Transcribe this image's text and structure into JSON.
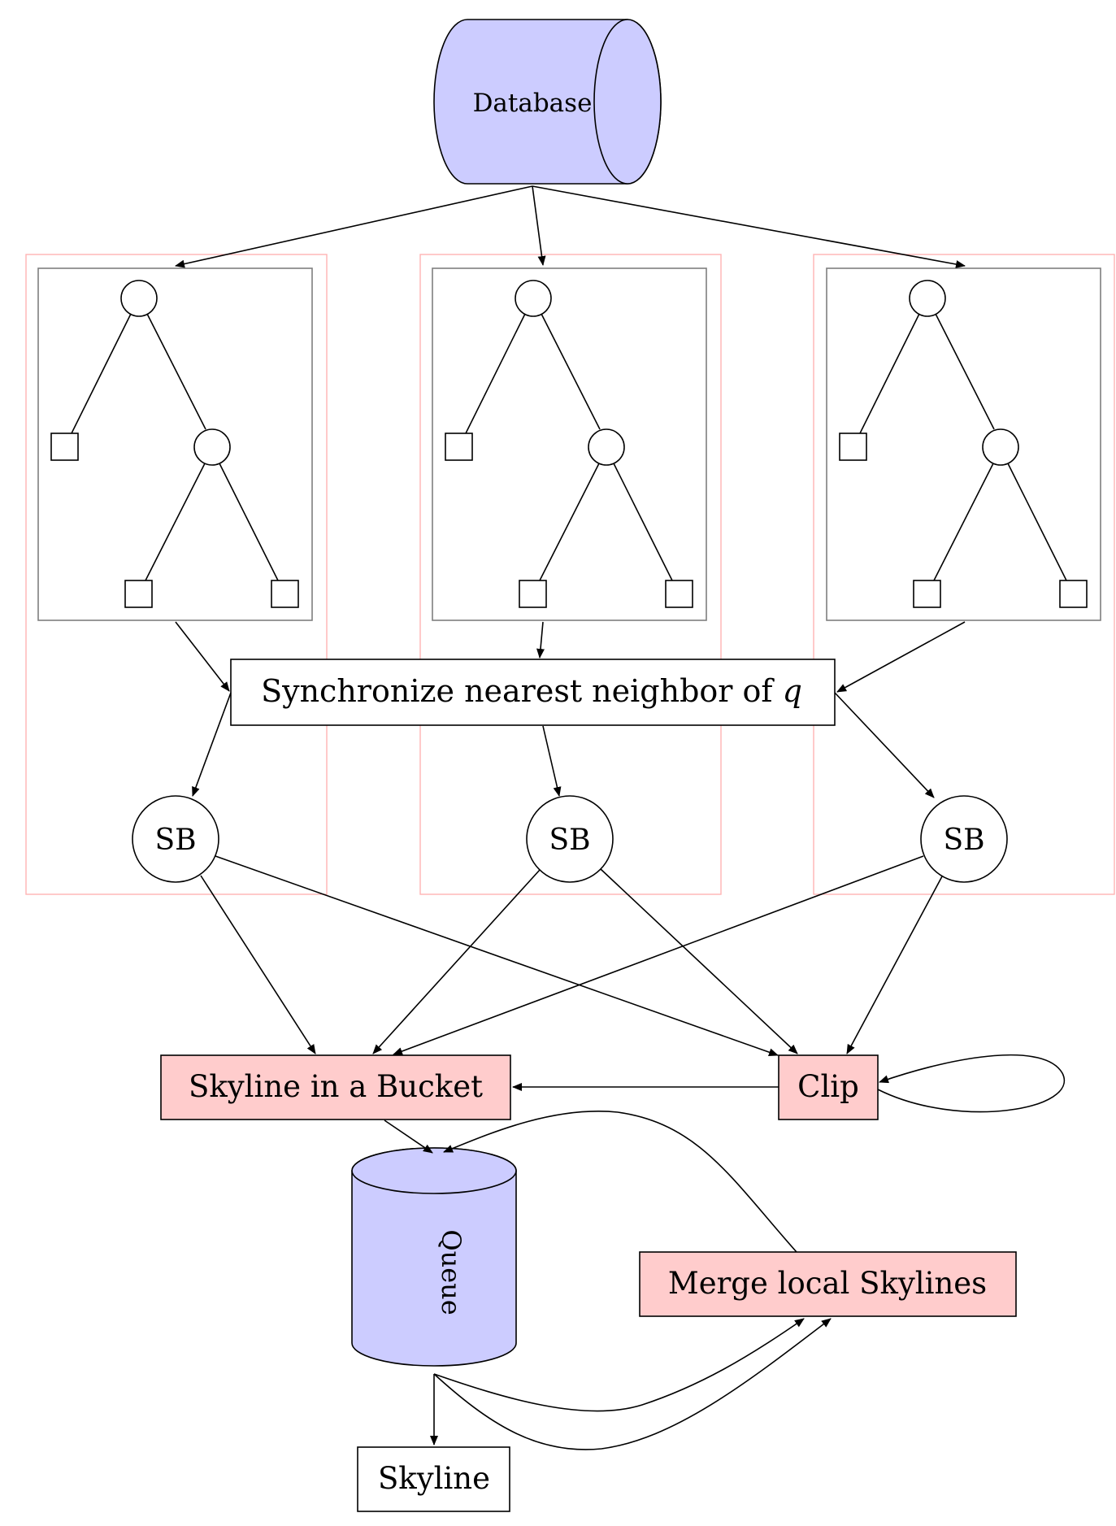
{
  "colors": {
    "storage_fill": "#ccccff",
    "process_fill": "#ffcccc",
    "partition_frame": "#ffb3b3",
    "tree_frame": "#7f7f7f",
    "line": "#000000",
    "background": "#ffffff"
  },
  "nodes": {
    "database": {
      "label": "Database"
    },
    "sync": {
      "label_main": "Synchronize nearest neighbor of ",
      "label_var": "q"
    },
    "sb_1": {
      "label": "SB"
    },
    "sb_2": {
      "label": "SB"
    },
    "sb_3": {
      "label": "SB"
    },
    "skyline_bucket": {
      "label": "Skyline in a Bucket"
    },
    "clip": {
      "label": "Clip"
    },
    "queue": {
      "label": "Queue"
    },
    "merge": {
      "label": "Merge local Skylines"
    },
    "skyline": {
      "label": "Skyline"
    }
  },
  "partitions": [
    {
      "tree": {
        "internal_nodes": 2,
        "leaves": 3
      }
    },
    {
      "tree": {
        "internal_nodes": 2,
        "leaves": 3
      }
    },
    {
      "tree": {
        "internal_nodes": 2,
        "leaves": 3
      }
    }
  ],
  "edges": [
    {
      "from": "database",
      "to": "partition-1"
    },
    {
      "from": "database",
      "to": "partition-2"
    },
    {
      "from": "database",
      "to": "partition-3"
    },
    {
      "from": "partition-1",
      "to": "sync"
    },
    {
      "from": "partition-2",
      "to": "sync"
    },
    {
      "from": "partition-3",
      "to": "sync"
    },
    {
      "from": "sync",
      "to": "sb_1"
    },
    {
      "from": "sync",
      "to": "sb_2"
    },
    {
      "from": "sync",
      "to": "sb_3"
    },
    {
      "from": "sb_1",
      "to": "skyline_bucket"
    },
    {
      "from": "sb_1",
      "to": "clip"
    },
    {
      "from": "sb_2",
      "to": "skyline_bucket"
    },
    {
      "from": "sb_2",
      "to": "clip"
    },
    {
      "from": "sb_3",
      "to": "skyline_bucket"
    },
    {
      "from": "sb_3",
      "to": "clip"
    },
    {
      "from": "clip",
      "to": "skyline_bucket"
    },
    {
      "from": "clip",
      "to": "clip"
    },
    {
      "from": "skyline_bucket",
      "to": "queue"
    },
    {
      "from": "merge",
      "to": "queue"
    },
    {
      "from": "queue",
      "to": "merge"
    },
    {
      "from": "queue",
      "to": "merge"
    },
    {
      "from": "queue",
      "to": "skyline"
    }
  ]
}
